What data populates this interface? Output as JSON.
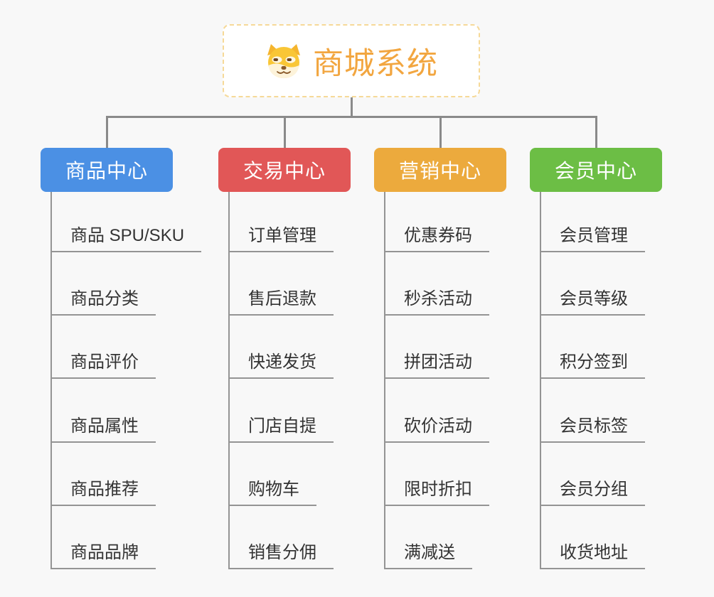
{
  "canvas": {
    "background": "#f8f8f8",
    "connector_color": "#8a8a8a",
    "underline_color": "#949494"
  },
  "root": {
    "title": "商城系统",
    "icon": "dog-face-icon",
    "title_color": "#f2a640",
    "border_color": "#f6d998"
  },
  "branches": [
    {
      "label": "商品中心",
      "color": "#4b90e4",
      "items": [
        "商品 SPU/SKU",
        "商品分类",
        "商品评价",
        "商品属性",
        "商品推荐",
        "商品品牌"
      ]
    },
    {
      "label": "交易中心",
      "color": "#e15757",
      "items": [
        "订单管理",
        "售后退款",
        "快递发货",
        "门店自提",
        "购物车",
        "销售分佣"
      ]
    },
    {
      "label": "营销中心",
      "color": "#ecaa3d",
      "items": [
        "优惠券码",
        "秒杀活动",
        "拼团活动",
        "砍价活动",
        "限时折扣",
        "满减送"
      ]
    },
    {
      "label": "会员中心",
      "color": "#6cbe45",
      "items": [
        "会员管理",
        "会员等级",
        "积分签到",
        "会员标签",
        "会员分组",
        "收货地址"
      ]
    }
  ]
}
